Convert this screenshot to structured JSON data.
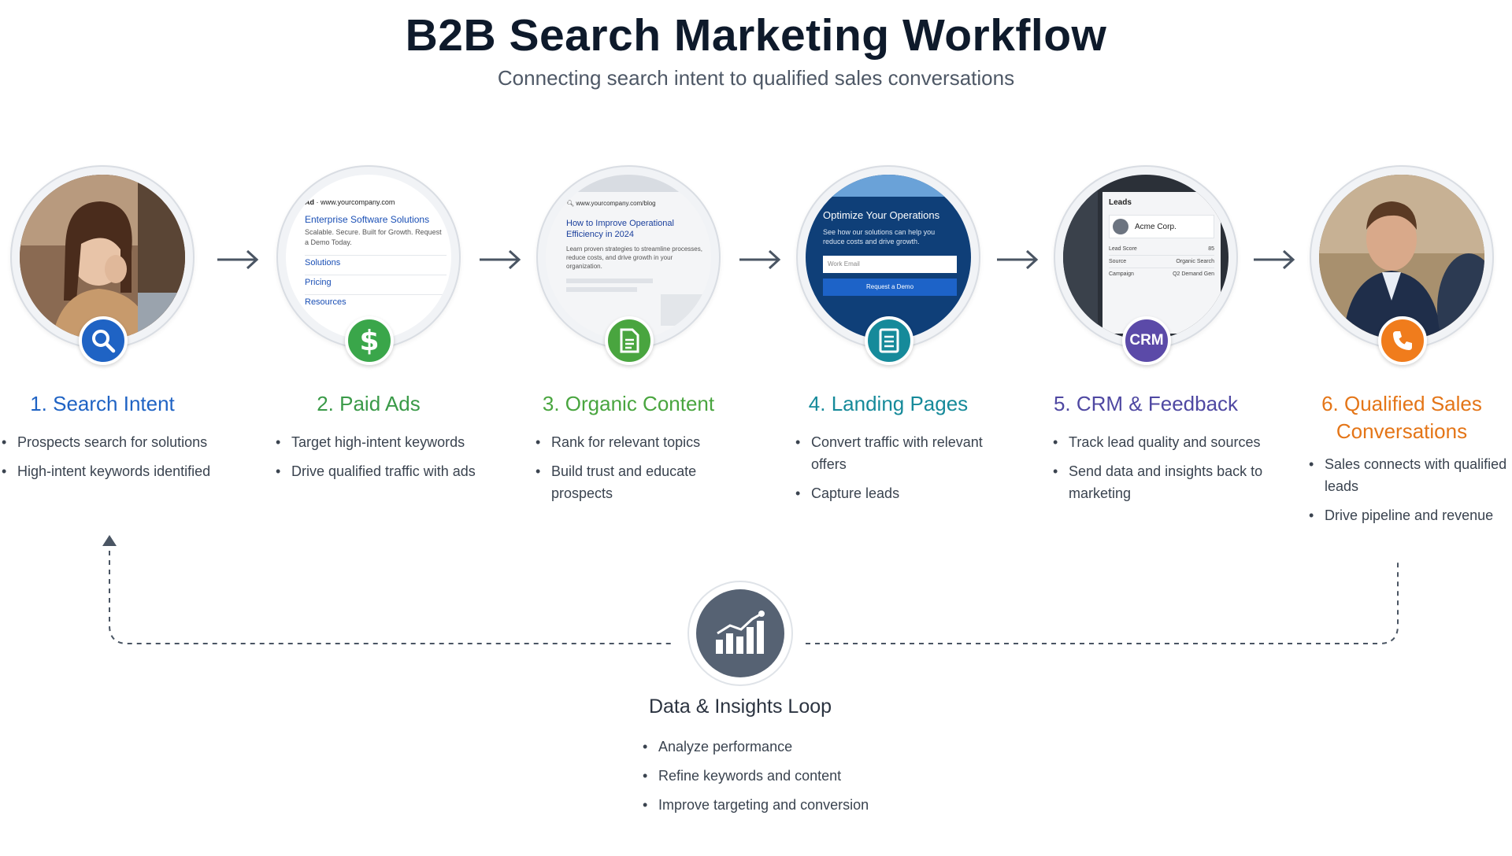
{
  "header": {
    "title": "B2B Search Marketing Workflow",
    "subtitle": "Connecting search intent to qualified sales conversations"
  },
  "colors": {
    "step1": "#1f63c4",
    "step2": "#3aa64a",
    "step3": "#49a53f",
    "step4": "#168a9a",
    "step5": "#5b4aa8",
    "step6": "#f07c1c",
    "loop": "#566273"
  },
  "steps": [
    {
      "title": "1. Search Intent",
      "icon": "search-icon",
      "bullets": [
        "Prospects search for solutions",
        "High-intent keywords identified"
      ]
    },
    {
      "title": "2. Paid Ads",
      "icon": "dollar-icon",
      "bullets": [
        "Target high-intent keywords",
        "Drive qualified traffic with ads"
      ],
      "mock": {
        "ad_label": "Ad",
        "url": "www.yourcompany.com",
        "headline": "Enterprise Software Solutions",
        "desc": "Scalable. Secure. Built for Growth. Request a Demo Today.",
        "links": [
          "Solutions",
          "Pricing",
          "Resources"
        ]
      }
    },
    {
      "title": "3. Organic Content",
      "icon": "document-icon",
      "bullets": [
        "Rank for relevant topics",
        "Build trust and educate prospects"
      ],
      "mock": {
        "url": "www.yourcompany.com/blog",
        "headline": "How to Improve Operational Efficiency in 2024",
        "desc": "Learn proven strategies to streamline processes, reduce costs, and drive growth in your organization."
      }
    },
    {
      "title": "4. Landing Pages",
      "icon": "form-icon",
      "bullets": [
        "Convert traffic with relevant offers",
        "Capture leads"
      ],
      "mock": {
        "headline": "Optimize Your Operations",
        "desc": "See how our solutions can help you reduce costs and drive growth.",
        "input_placeholder": "Work Email",
        "button": "Request a Demo"
      }
    },
    {
      "title": "5. CRM & Feedback",
      "icon": "crm-icon",
      "badge_text": "CRM",
      "bullets": [
        "Track lead quality and sources",
        "Send data and insights back to marketing"
      ],
      "mock": {
        "panel_title": "Leads",
        "company": "Acme Corp.",
        "rows": [
          {
            "label": "Lead Score",
            "value": "85"
          },
          {
            "label": "Source",
            "value": "Organic Search"
          },
          {
            "label": "Campaign",
            "value": "Q2 Demand Gen"
          }
        ]
      }
    },
    {
      "title": "6. Qualified Sales Conversations",
      "icon": "phone-icon",
      "bullets": [
        "Sales connects with qualified leads",
        "Drive pipeline and revenue"
      ]
    }
  ],
  "loop": {
    "title": "Data & Insights Loop",
    "icon": "bar-chart-icon",
    "bullets": [
      "Analyze performance",
      "Refine keywords and content",
      "Improve targeting and conversion"
    ]
  }
}
